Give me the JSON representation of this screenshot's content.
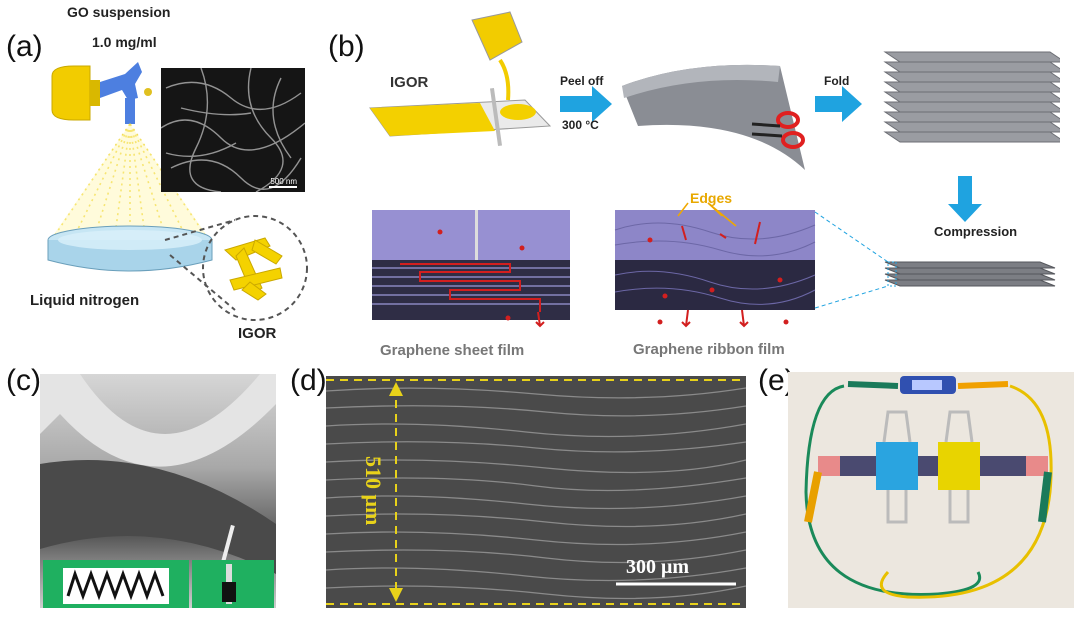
{
  "panels": {
    "a": "(a)",
    "b": "(b)",
    "c": "(c)",
    "d": "(d)",
    "e": "(e)"
  },
  "panel_a": {
    "suspension_label": "GO suspension",
    "concentration": "1.0 mg/ml",
    "sem_scale": "500 nm",
    "bath_label": "Liquid nitrogen",
    "product_label": "IGOR"
  },
  "panel_b": {
    "substrate_label": "IGOR",
    "step1_top": "Peel off",
    "step1_bottom": "300 °C",
    "step2": "Fold",
    "step3": "Compression",
    "edges_label": "Edges",
    "sheet_caption": "Graphene sheet film",
    "ribbon_caption": "Graphene ribbon film"
  },
  "panel_d": {
    "thickness": "510 μm",
    "scale_bar": "300 μm"
  },
  "colors": {
    "accent_blue": "#1fa3e0",
    "yellow": "#f2cc00",
    "red": "#d21f1f",
    "purple": "#8f86c8",
    "dashed_yellow": "#e8d21a"
  }
}
